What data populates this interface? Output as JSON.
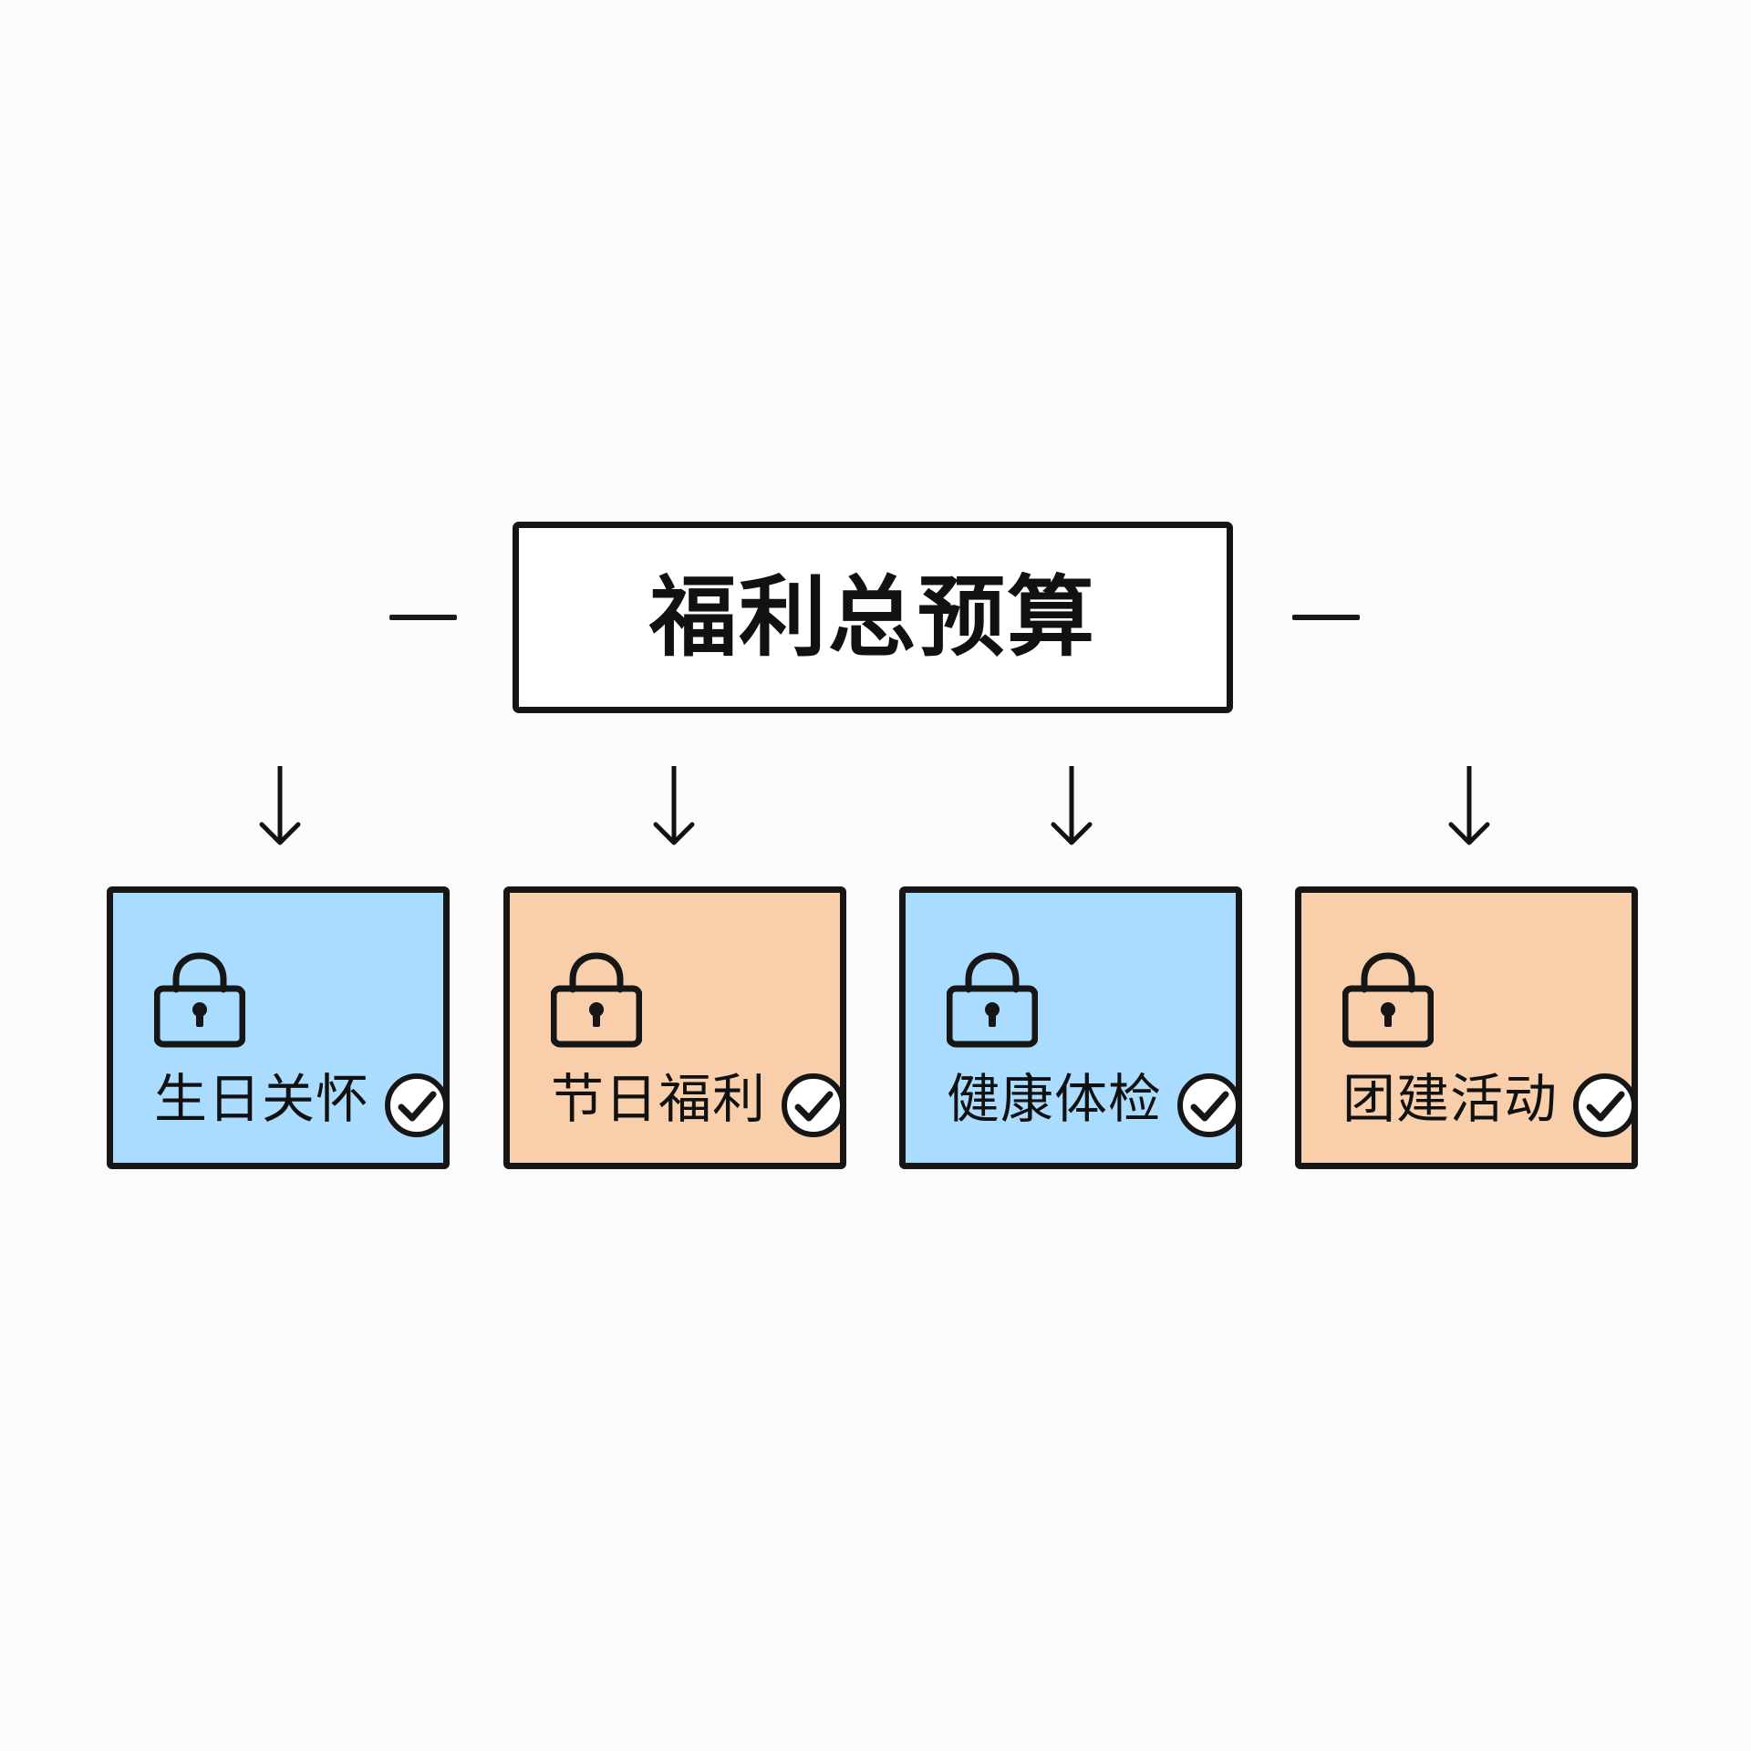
{
  "diagram": {
    "root": {
      "label": "福利总预算"
    },
    "categories": [
      {
        "id": "birthday-care",
        "label": "生日关怀",
        "color": "#a9dcff",
        "locked": true,
        "checked": true
      },
      {
        "id": "holiday-benefits",
        "label": "节日福利",
        "color": "#f8cfaa",
        "locked": true,
        "checked": true
      },
      {
        "id": "health-checkup",
        "label": "健康体检",
        "color": "#a9dcff",
        "locked": true,
        "checked": true
      },
      {
        "id": "team-building",
        "label": "团建活动",
        "color": "#f8cfaa",
        "locked": true,
        "checked": true
      }
    ],
    "icons": {
      "lock": "lock-icon",
      "check": "check-circle-icon",
      "arrow": "arrow-down-icon"
    }
  }
}
